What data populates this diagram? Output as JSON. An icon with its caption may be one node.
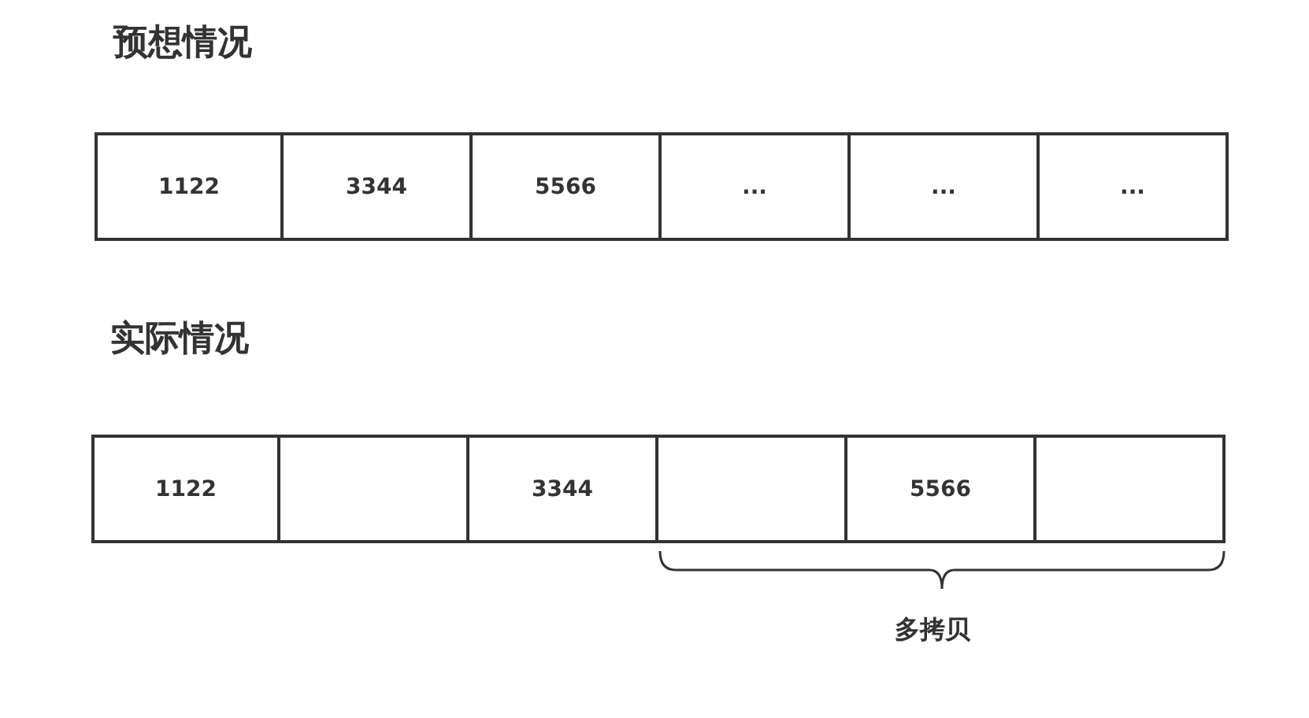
{
  "diagram": {
    "nodes": [
      {
        "text": [
          "1122"
        ]
      },
      {
        "text": [
          "3344"
        ]
      },
      {
        "text": [
          "5566"
        ]
      },
      {
        "text": [
          "..."
        ]
      },
      {
        "text": [
          "..."
        ]
      },
      {
        "text": [
          "..."
        ]
      },
      {
        "text": [
          "1122"
        ]
      },
      {
        "text": [],
        "shape": "box"
      },
      {
        "text": [
          "3344"
        ]
      },
      {
        "text": [],
        "shape": "box"
      },
      {
        "text": [
          "5566"
        ]
      },
      {
        "text": [],
        "shape": "box"
      }
    ],
    "edges": [],
    "labels": [
      "预想情况",
      "实际情况",
      "多拷贝"
    ]
  }
}
